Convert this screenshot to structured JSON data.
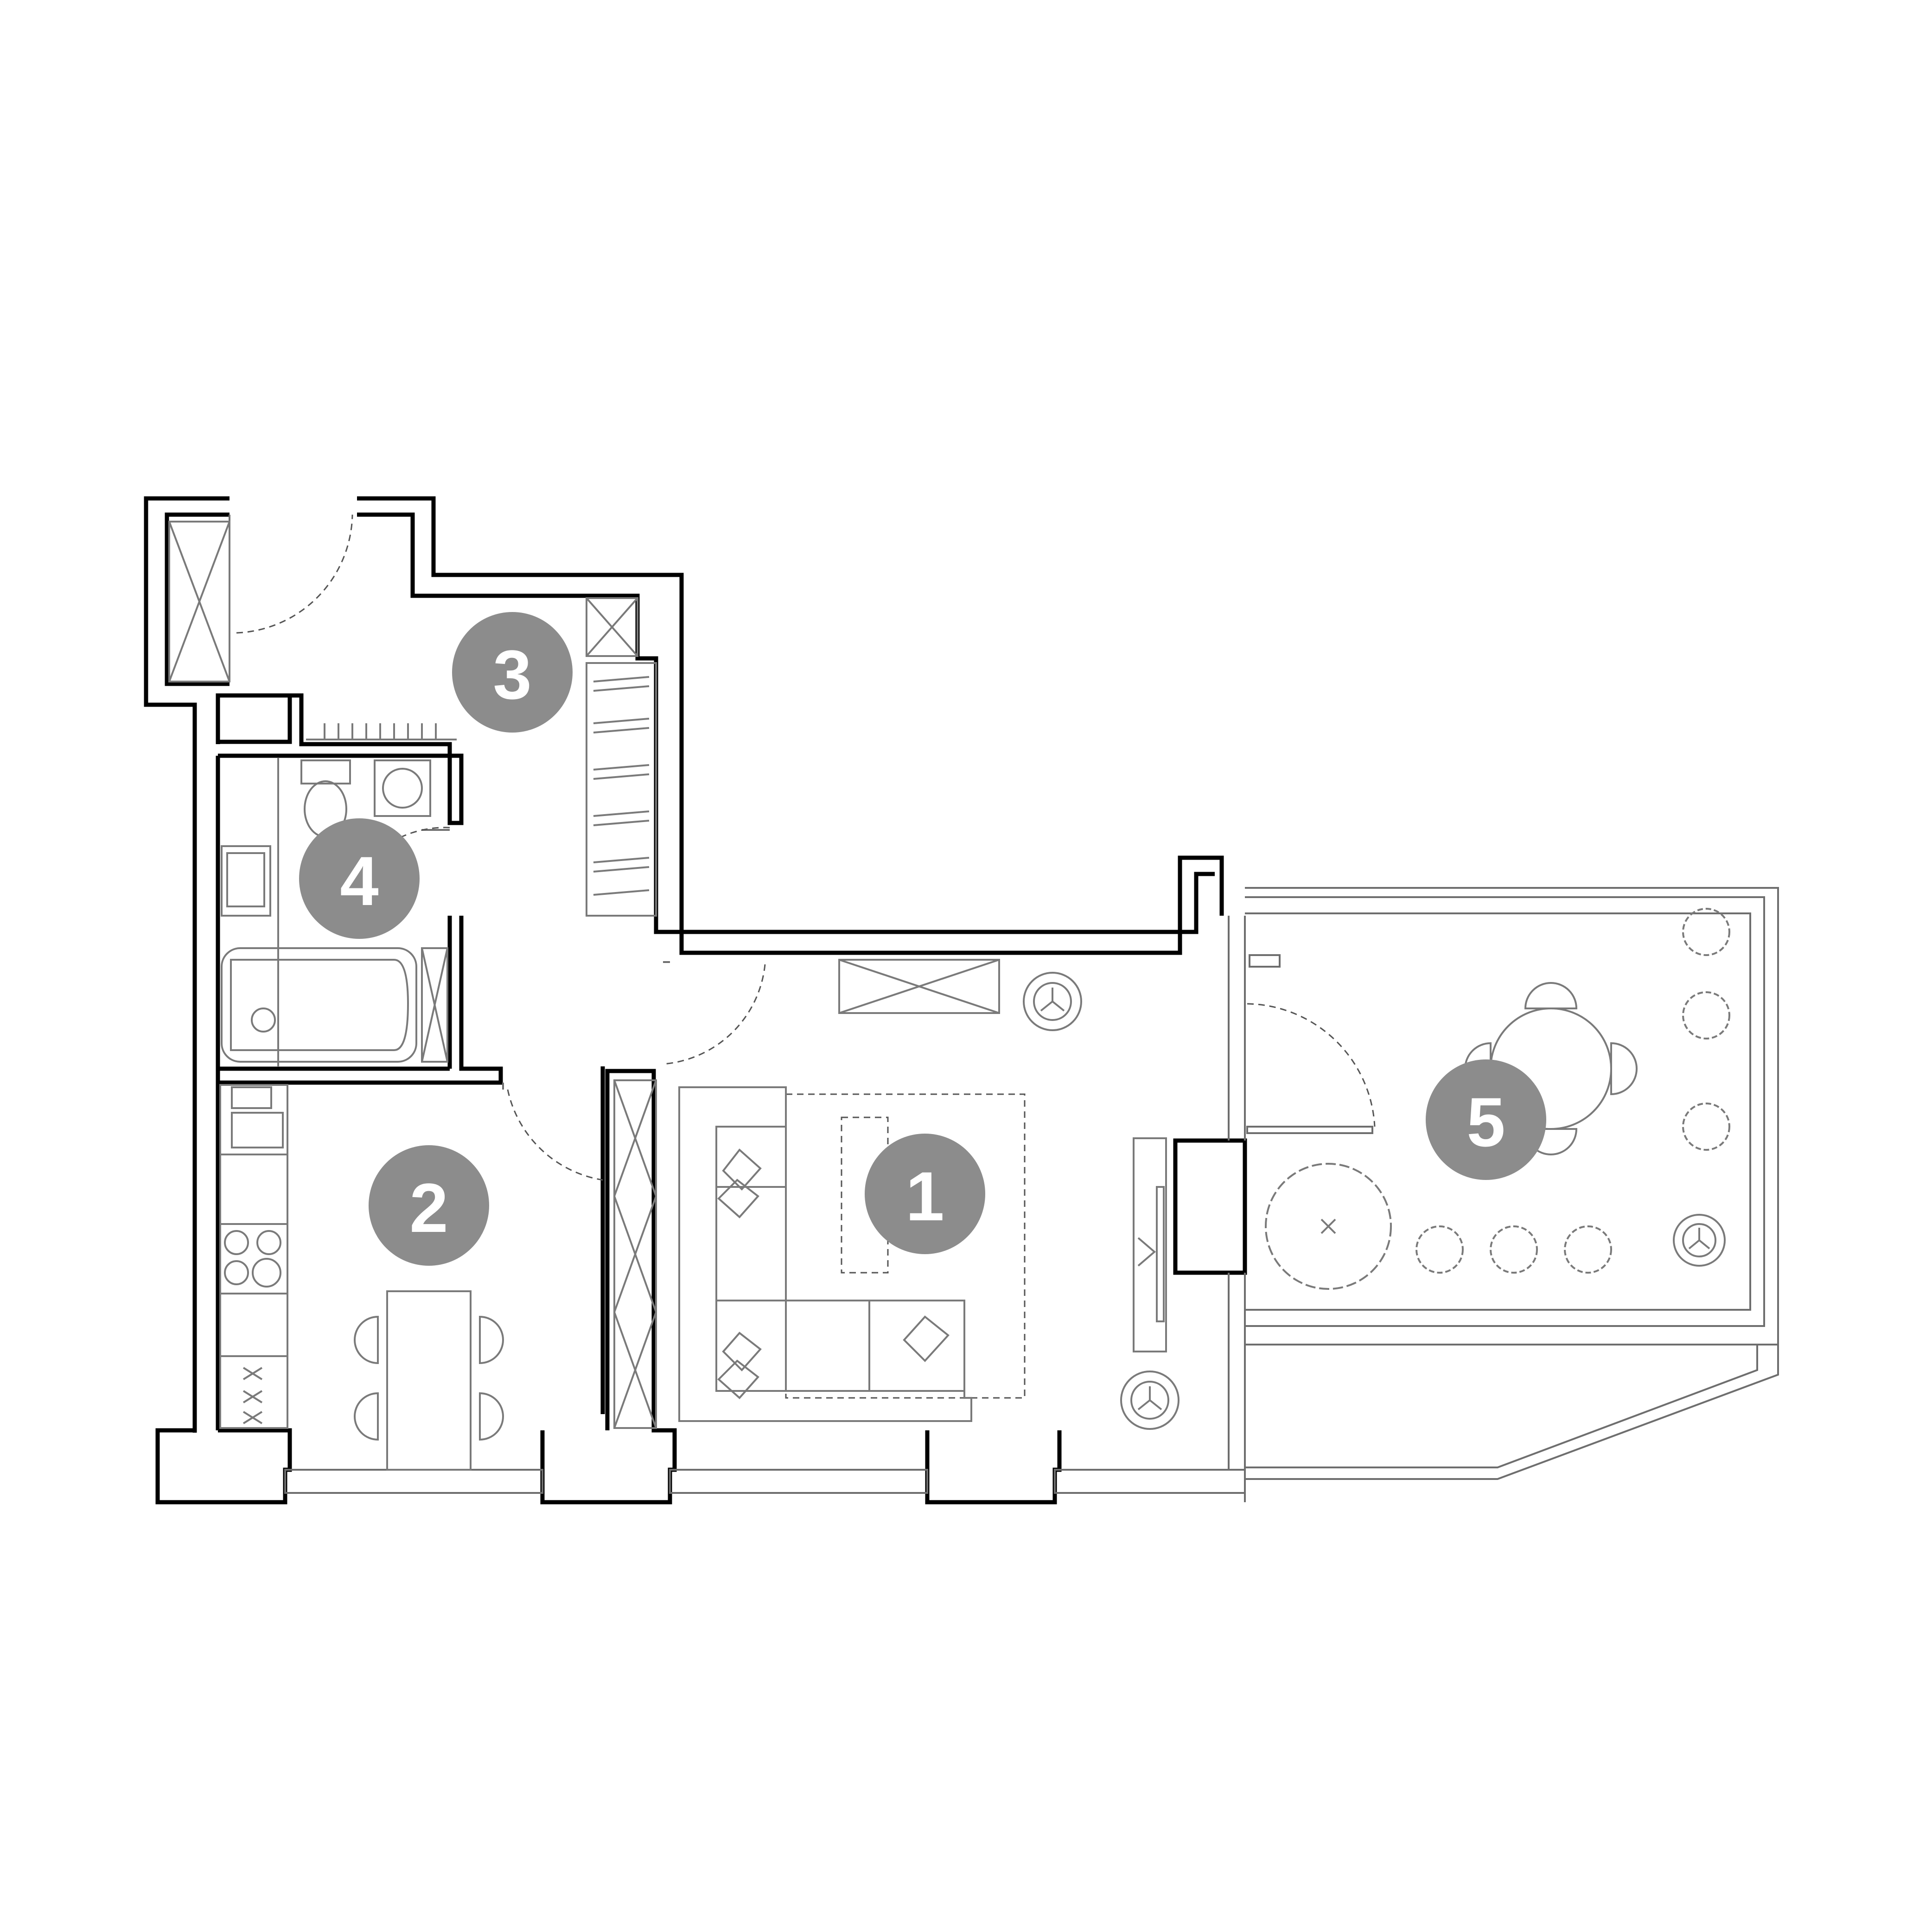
{
  "colors": {
    "wall": "#000000",
    "furniture": "#7a7a7a",
    "room_marker": "#8c8c8c",
    "room_number": "#ffffff"
  },
  "rooms": [
    {
      "number": "1"
    },
    {
      "number": "2"
    },
    {
      "number": "3"
    },
    {
      "number": "4"
    },
    {
      "number": "5"
    }
  ]
}
